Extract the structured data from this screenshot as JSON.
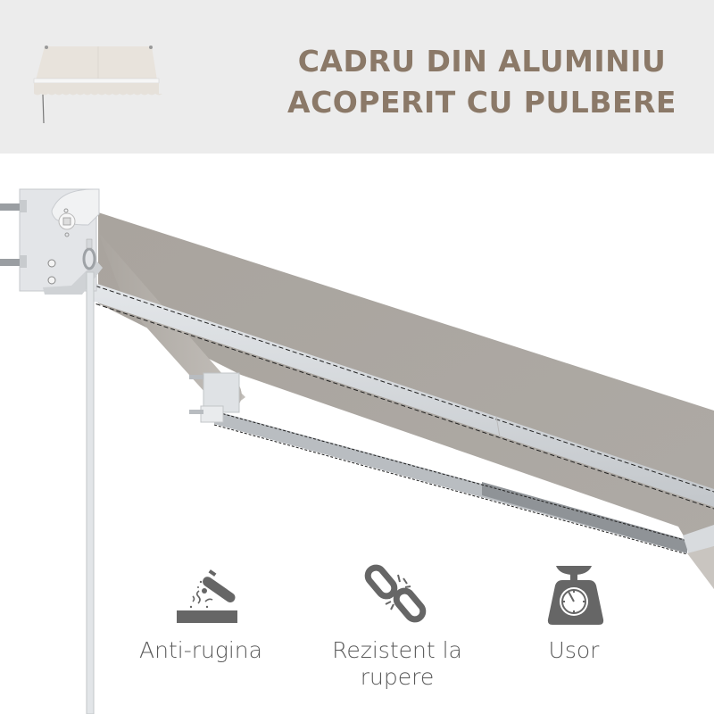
{
  "header": {
    "title_line1": "CADRU DIN ALUMINIU",
    "title_line2": "ACOPERIT CU PULBERE",
    "title_color": "#8b7968",
    "background": "#ececec",
    "thumbnail": "awning-thumbnail"
  },
  "scene": {
    "subject": "retractable-awning-closeup",
    "fabric_color": "#a8a39d",
    "frame_color": "#d6dade"
  },
  "features": [
    {
      "icon": "anti-rust-icon",
      "label": "Anti-rugina"
    },
    {
      "icon": "broken-chain-icon",
      "label": "Rezistent la rupere"
    },
    {
      "icon": "scale-icon",
      "label": "Usor"
    }
  ],
  "feature_label_lines": {
    "f2_line1": "Rezistent la",
    "f2_line2": "rupere"
  },
  "icon_color": "#666666"
}
